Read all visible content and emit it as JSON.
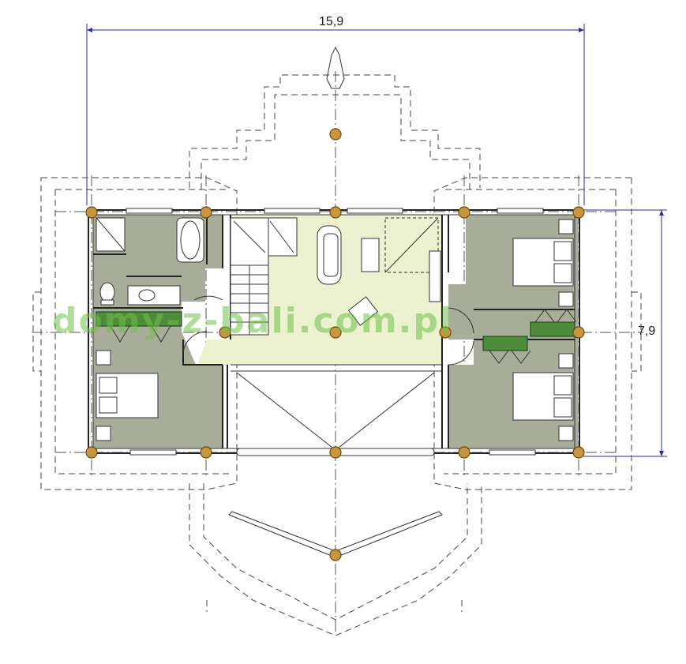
{
  "dimensions": {
    "width_label": "15,9",
    "depth_label": "7,9"
  },
  "watermark": {
    "text": "domy-z-bali.com.pl"
  },
  "colors": {
    "bedroom_fill": "#a7ad98",
    "living_fill": "#ecf2cf",
    "post_fill": "#c8963e",
    "dimension_line": "#2a2aa6",
    "watermark": "#6fbf4a"
  }
}
